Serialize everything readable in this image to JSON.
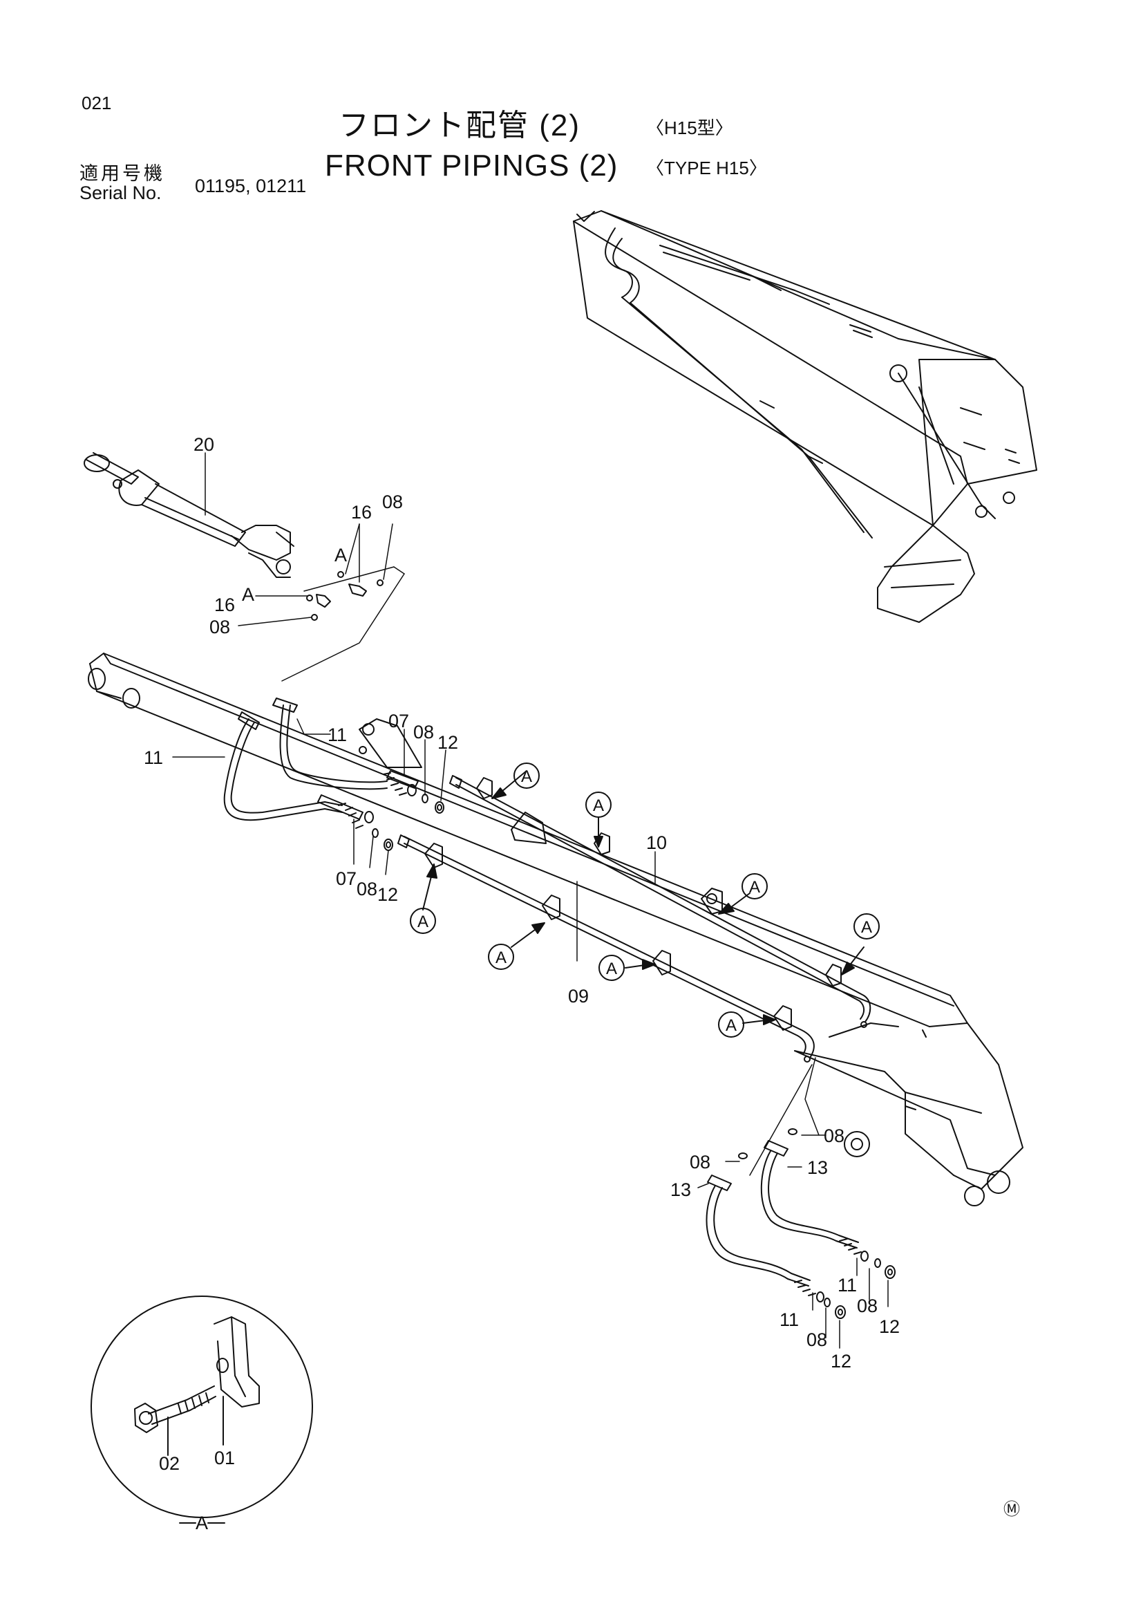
{
  "header": {
    "page_number": "021",
    "title_jp": "フロント配管 (2)",
    "title_jp_type": "〈H15型〉",
    "title_en": "FRONT  PIPINGS  (2)",
    "title_en_type": "〈TYPE  H15〉",
    "serial_label_jp": "適用号機",
    "serial_label_en": "Serial No.",
    "serial_numbers": "01195, 01211"
  },
  "callouts": {
    "c20": "20",
    "c16a": "16",
    "c08a": "08",
    "cA1": "A",
    "c16b": "16",
    "cA2": "A",
    "c08b": "08",
    "c11a": "11",
    "c11b": "11",
    "c07a": "07",
    "c08c": "08",
    "c12a": "12",
    "c07b": "07",
    "c08d": "08",
    "c12b": "12",
    "c10": "10",
    "c09": "09",
    "c08e": "08",
    "c08f": "08",
    "c13a": "13",
    "c13b": "13",
    "c11c": "11",
    "c11d": "11",
    "c08g": "08",
    "c08h": "08",
    "c12c": "12",
    "c12d": "12",
    "c01": "01",
    "c02": "02",
    "cA_detail": "A"
  },
  "clamp_marker_label": "A",
  "footer_mark": "Ⓜ"
}
